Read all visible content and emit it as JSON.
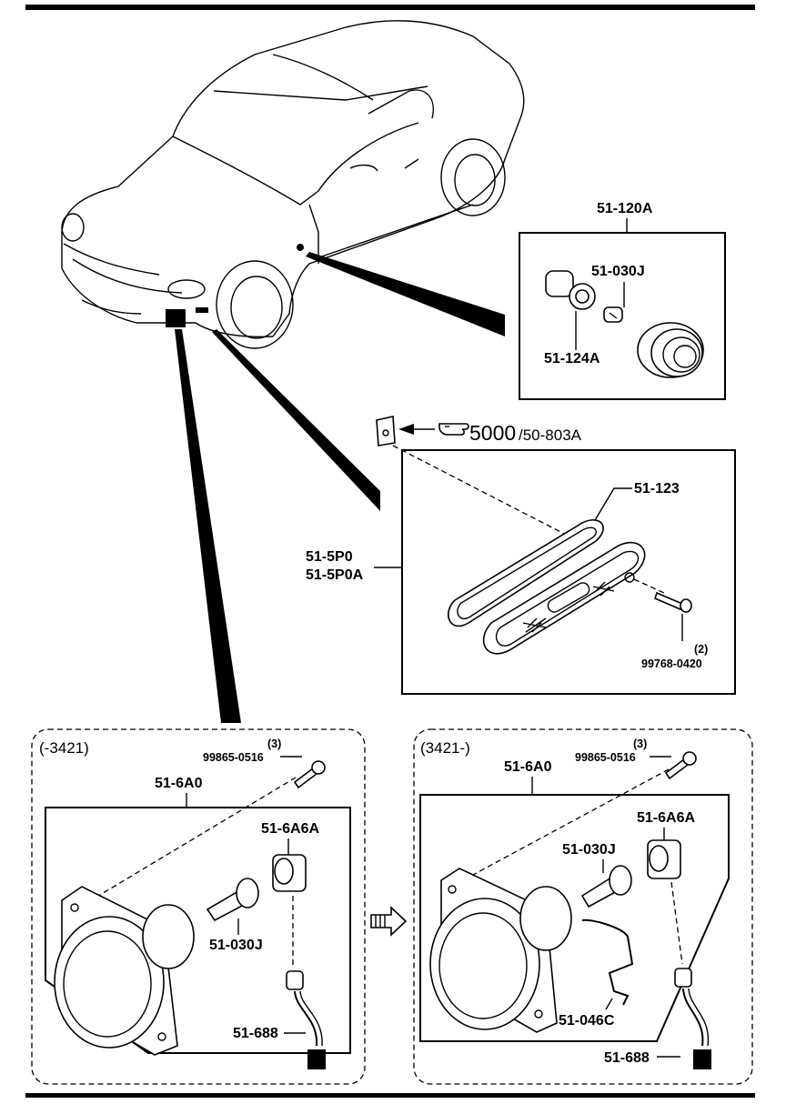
{
  "callouts": {
    "side_lamp_assy": "51-120A",
    "side_bulb": "51-030J",
    "side_socket": "51-124A",
    "ref_page": "5000",
    "ref_sub": "/50-803A",
    "gasket": "51-123",
    "side_marker_1": "51-5P0",
    "side_marker_2": "51-5P0A",
    "screw_qty": "(2)",
    "screw_part": "99768-0420"
  },
  "left_panel": {
    "range": "(-3421)",
    "screw_qty": "(3)",
    "screw_part": "99865-0516",
    "fog_lamp": "51-6A0",
    "socket": "51-6A6A",
    "bulb": "51-030J",
    "harness": "51-688"
  },
  "right_panel": {
    "range": "(3421-)",
    "screw_qty": "(3)",
    "screw_part": "99865-0516",
    "fog_lamp": "51-6A0",
    "socket": "51-6A6A",
    "bulb": "51-030J",
    "clip": "51-046C",
    "harness": "51-688"
  },
  "icons": [
    "pointing-hand-icon",
    "arrow-left-icon",
    "arrow-right-icon"
  ]
}
